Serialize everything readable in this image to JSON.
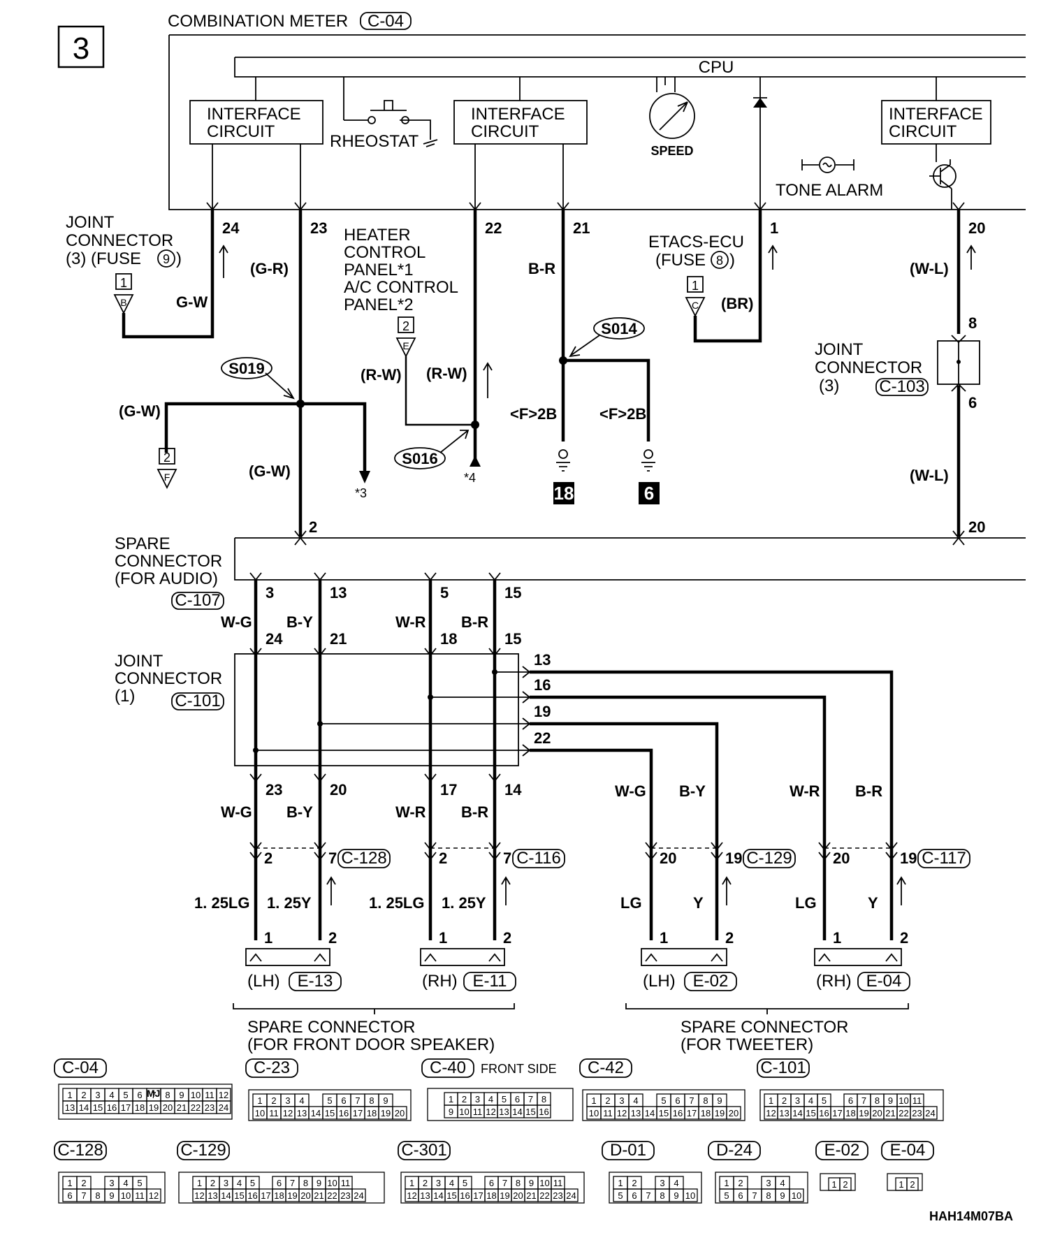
{
  "page_number": "3",
  "combination_meter": {
    "label": "COMBINATION METER",
    "code": "C-04"
  },
  "cpu": "CPU",
  "interface_circuit": [
    "INTERFACE",
    "CIRCUIT"
  ],
  "rheostat": "RHEOSTAT",
  "speed": "SPEED",
  "tone_alarm": "TONE ALARM",
  "meter_pins": [
    "24",
    "23",
    "22",
    "21",
    "1",
    "20"
  ],
  "joint_connector_3_fuse": [
    "JOINT",
    "CONNECTOR",
    "(3)   (FUSE",
    "9",
    ")"
  ],
  "heater_panel": [
    "HEATER",
    "CONTROL",
    "PANEL*1",
    "A/C CONTROL",
    "PANEL*2"
  ],
  "etacs": [
    "ETACS-ECU",
    "(FUSE",
    "8",
    ")"
  ],
  "joint_connector_c103": [
    "JOINT",
    "CONNECTOR",
    "(3)",
    "C-103"
  ],
  "splices": [
    "S019",
    "S016",
    "S014"
  ],
  "wire_colors": {
    "gw": "G-W",
    "gr": "(G-R)",
    "gw_p": "(G-W)",
    "rw_p": "(R-W)",
    "br": "B-R",
    "br_p": "(BR)",
    "wl_p": "(W-L)",
    "f2b": "<F>2B",
    "wg": "W-G",
    "by": "B-Y",
    "wr": "W-R",
    "lg125": "1. 25LG",
    "y125": "1. 25Y",
    "lg": "LG",
    "y": "Y"
  },
  "refs": {
    "r1": "1",
    "r2": "2",
    "b": "B",
    "e": "E",
    "f": "F",
    "c": "C"
  },
  "notes": {
    "n3": "*3",
    "n4": "*4"
  },
  "grounds": [
    "18",
    "6"
  ],
  "jc3_pins": [
    "8",
    "6"
  ],
  "spare_audio": {
    "label": [
      "SPARE",
      "CONNECTOR",
      "(FOR AUDIO)"
    ],
    "code": "C-107",
    "pins_top": [
      "2",
      "20"
    ],
    "pins": [
      "3",
      "13",
      "5",
      "15"
    ]
  },
  "joint_c101": {
    "label": [
      "JOINT",
      "CONNECTOR",
      "(1)"
    ],
    "code": "C-101",
    "in_pins": [
      "24",
      "21",
      "18",
      "15"
    ],
    "out_pins": [
      "13",
      "16",
      "19",
      "22"
    ],
    "bottom_pins": [
      "23",
      "20",
      "17",
      "14"
    ]
  },
  "connector_codes": {
    "c128": "C-128",
    "c116": "C-116",
    "c129": "C-129",
    "c117": "C-117",
    "e13": "E-13",
    "e11": "E-11",
    "e02": "E-02",
    "e04": "E-04"
  },
  "side": {
    "lh": "(LH)",
    "rh": "(RH)"
  },
  "pin_nums": {
    "p1": "1",
    "p2": "2",
    "p7": "7",
    "p19": "19",
    "p20": "20"
  },
  "spare_front_door": [
    "SPARE CONNECTOR",
    "(FOR FRONT DOOR SPEAKER)"
  ],
  "spare_tweeter": [
    "SPARE CONNECTOR",
    "(FOR TWEETER)"
  ],
  "connector_views": {
    "c04": "C-04",
    "c23": "C-23",
    "c40": "C-40",
    "front_side": "FRONT SIDE",
    "c42": "C-42",
    "c101": "C-101",
    "c128": "C-128",
    "c129": "C-129",
    "c301": "C-301",
    "d01": "D-01",
    "d24": "D-24",
    "e02": "E-02",
    "e04": "E-04",
    "mj": "MJ",
    "m": "M"
  },
  "figure_code": "HAH14M07BA"
}
